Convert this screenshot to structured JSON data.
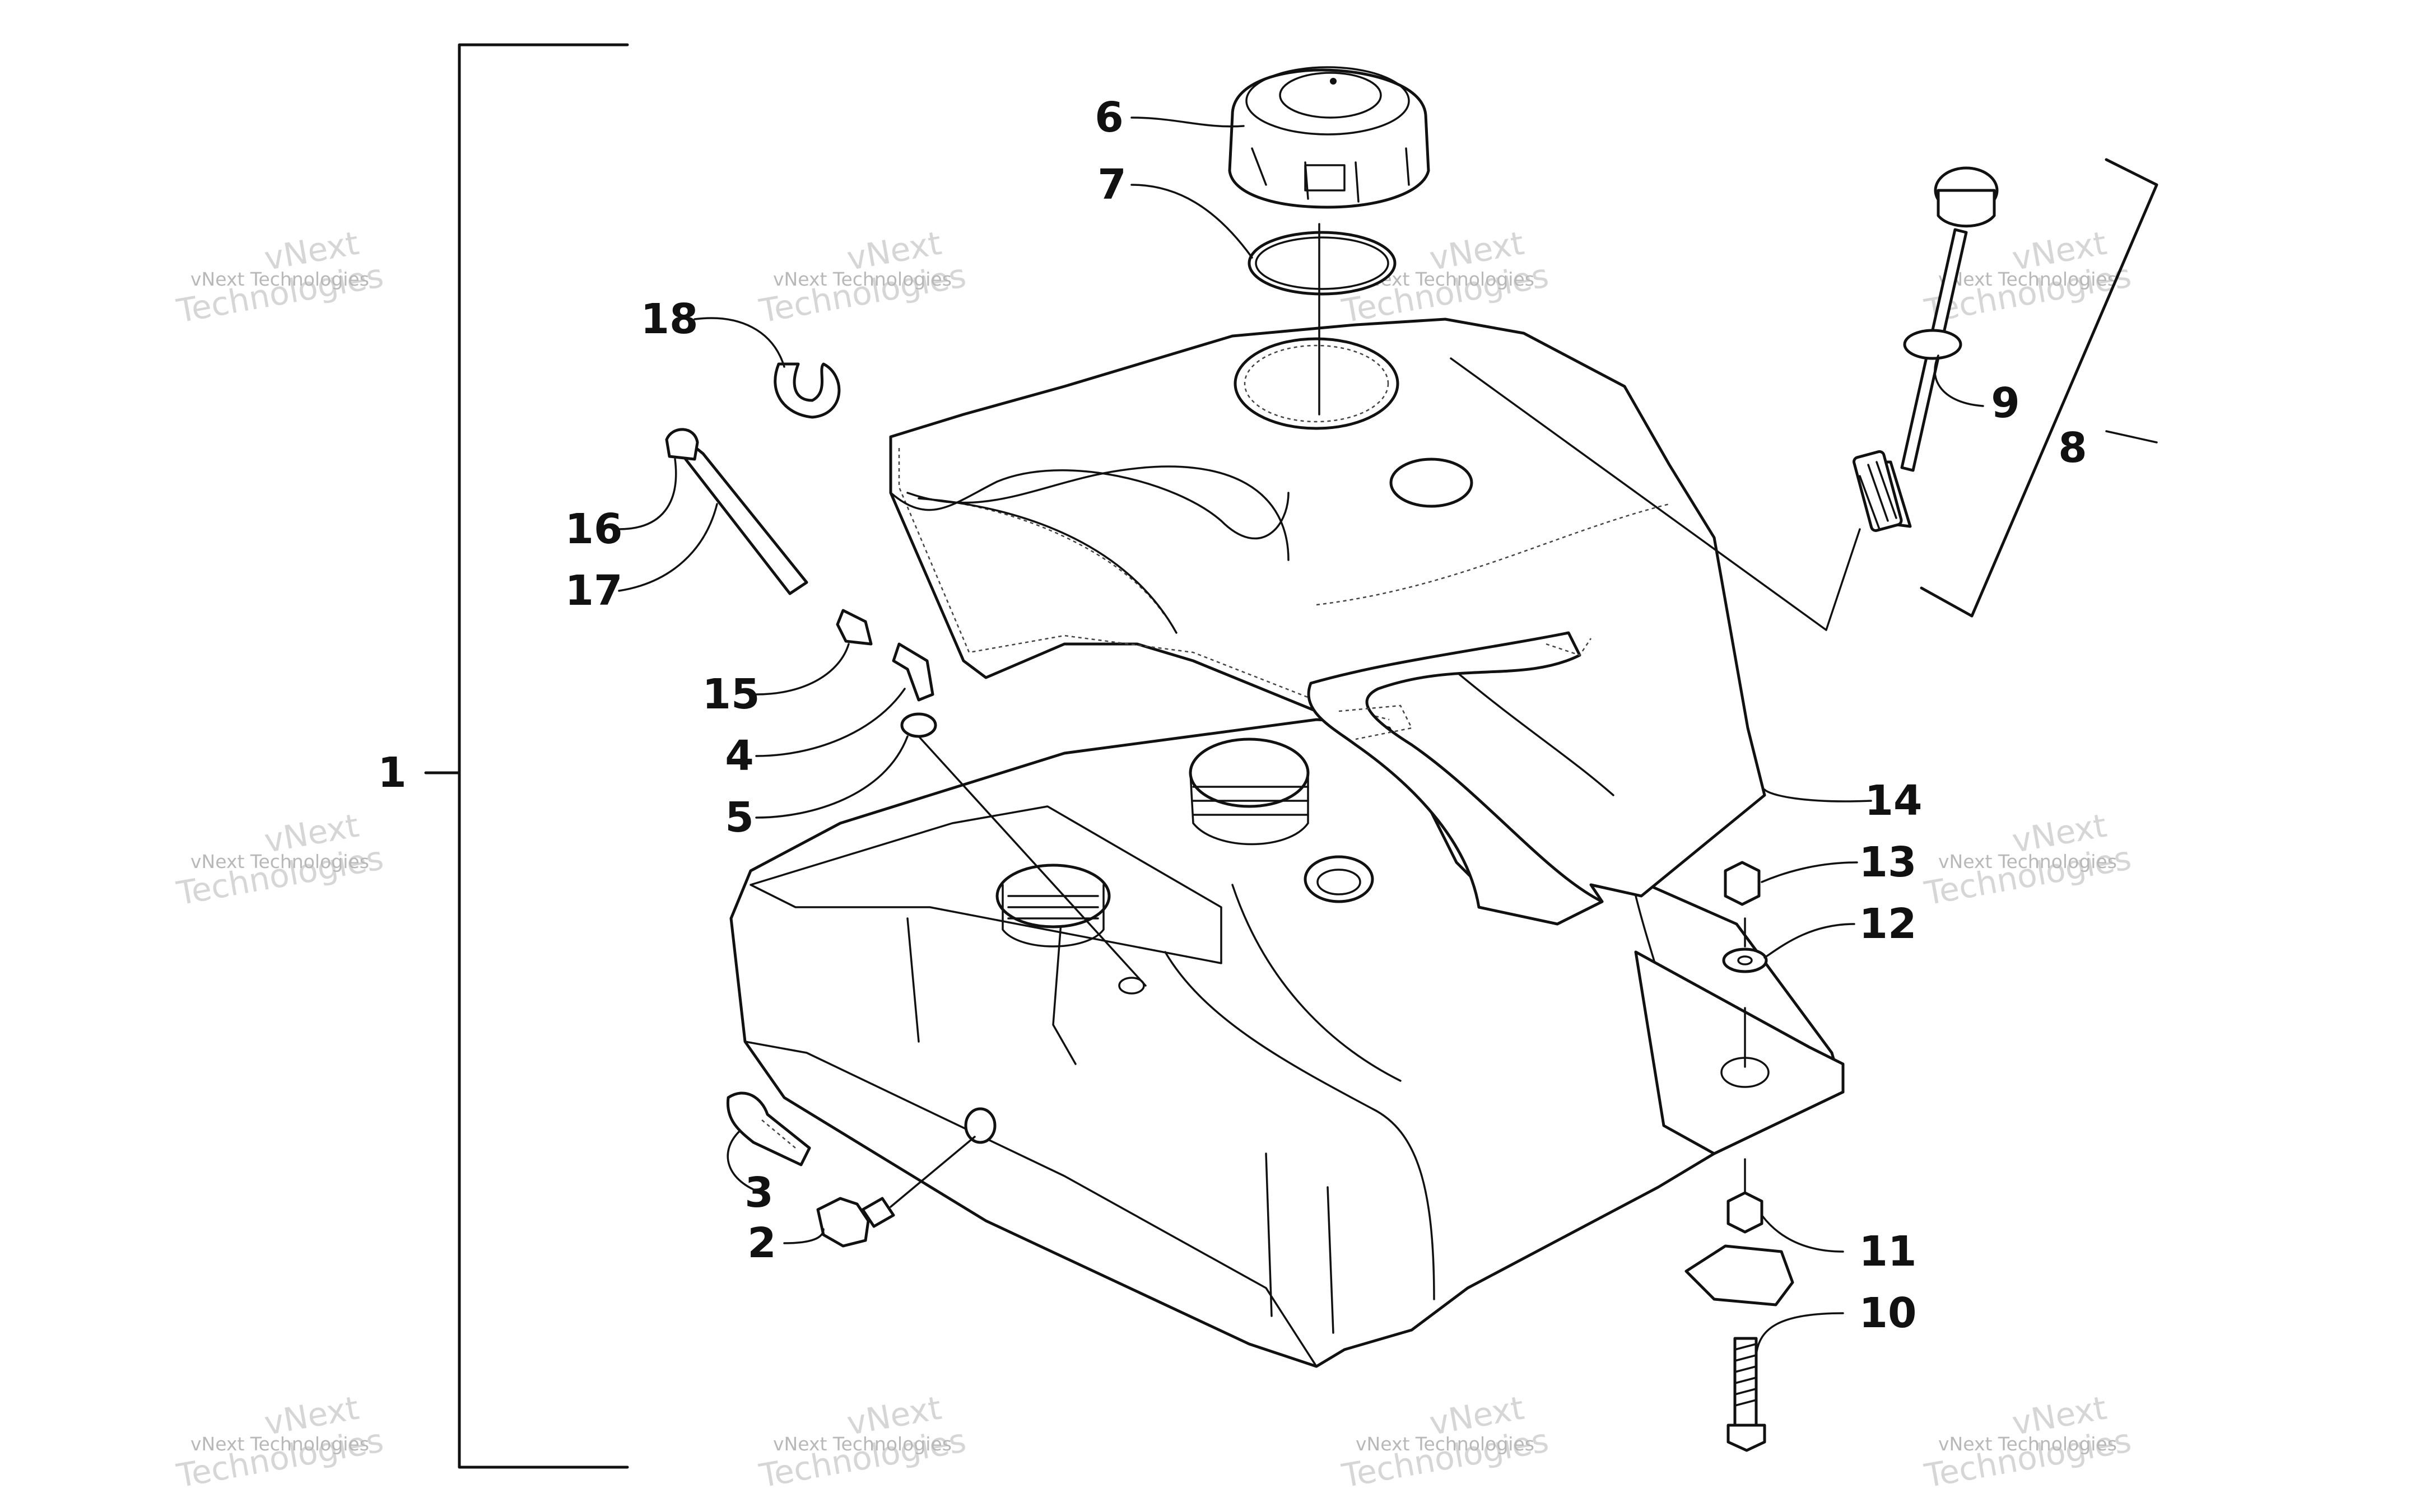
{
  "diagram": {
    "callouts": [
      {
        "id": "c1",
        "text": "1"
      },
      {
        "id": "c2",
        "text": "2"
      },
      {
        "id": "c3",
        "text": "3"
      },
      {
        "id": "c4",
        "text": "4"
      },
      {
        "id": "c5",
        "text": "5"
      },
      {
        "id": "c6",
        "text": "6"
      },
      {
        "id": "c7",
        "text": "7"
      },
      {
        "id": "c8",
        "text": "8"
      },
      {
        "id": "c9",
        "text": "9"
      },
      {
        "id": "c10",
        "text": "10"
      },
      {
        "id": "c11",
        "text": "11"
      },
      {
        "id": "c12",
        "text": "12"
      },
      {
        "id": "c13",
        "text": "13"
      },
      {
        "id": "c14",
        "text": "14"
      },
      {
        "id": "c15",
        "text": "15"
      },
      {
        "id": "c16",
        "text": "16"
      },
      {
        "id": "c17",
        "text": "17"
      },
      {
        "id": "c18",
        "text": "18"
      }
    ],
    "watermark": {
      "line1": "vNext Technologies",
      "line2": "vNext",
      "line3": "Technologies"
    }
  }
}
